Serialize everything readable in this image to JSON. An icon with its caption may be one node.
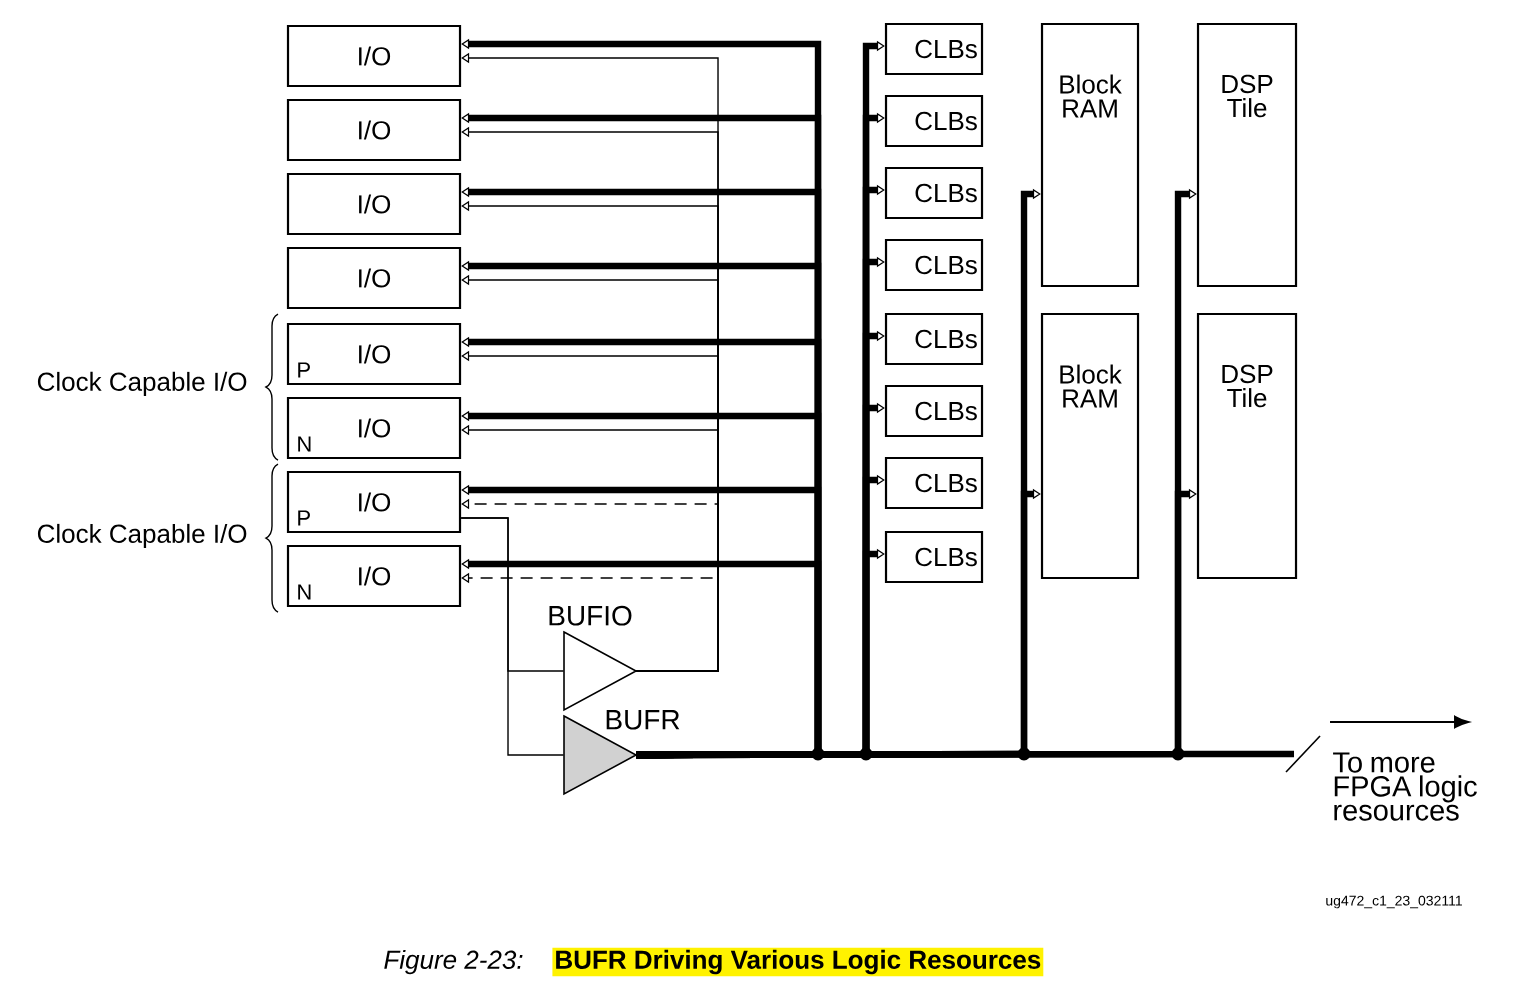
{
  "diagram": {
    "caption": "BUFR Driving Various Logic Resources",
    "nodes": [
      {
        "text": [
          "I/O"
        ]
      },
      {
        "text": [
          "I/O"
        ]
      },
      {
        "text": [
          "I/O"
        ]
      },
      {
        "text": [
          "I/O"
        ]
      },
      {
        "text": [
          "I/O",
          "P"
        ]
      },
      {
        "text": [
          "I/O",
          "N"
        ]
      },
      {
        "text": [
          "I/O",
          "P"
        ]
      },
      {
        "text": [
          "I/O",
          "N"
        ]
      },
      {
        "text": [
          "CLBs"
        ]
      },
      {
        "text": [
          "CLBs"
        ]
      },
      {
        "text": [
          "CLBs"
        ]
      },
      {
        "text": [
          "CLBs"
        ]
      },
      {
        "text": [
          "CLBs"
        ]
      },
      {
        "text": [
          "CLBs"
        ]
      },
      {
        "text": [
          "CLBs"
        ]
      },
      {
        "text": [
          "CLBs"
        ]
      },
      {
        "text": [
          "Block RAM"
        ]
      },
      {
        "text": [
          "Block RAM"
        ]
      },
      {
        "text": [
          "DSP Tile"
        ]
      },
      {
        "text": [
          "DSP Tile"
        ]
      },
      {
        "text": [
          "BUFIO"
        ]
      },
      {
        "text": [
          "BUFR"
        ]
      }
    ],
    "edges": [
      {
        "from": 21,
        "to": 0,
        "arrow": "to"
      },
      {
        "from": 21,
        "to": 1,
        "arrow": "to"
      },
      {
        "from": 21,
        "to": 2,
        "arrow": "to"
      },
      {
        "from": 21,
        "to": 3,
        "arrow": "to"
      },
      {
        "from": 21,
        "to": 4,
        "arrow": "to"
      },
      {
        "from": 21,
        "to": 5,
        "arrow": "to"
      },
      {
        "from": 21,
        "to": 6,
        "arrow": "to"
      },
      {
        "from": 21,
        "to": 7,
        "arrow": "to"
      },
      {
        "from": 21,
        "to": 8,
        "arrow": "to"
      },
      {
        "from": 21,
        "to": 9,
        "arrow": "to"
      },
      {
        "from": 21,
        "to": 10,
        "arrow": "to"
      },
      {
        "from": 21,
        "to": 11,
        "arrow": "to"
      },
      {
        "from": 21,
        "to": 12,
        "arrow": "to"
      },
      {
        "from": 21,
        "to": 13,
        "arrow": "to"
      },
      {
        "from": 21,
        "to": 14,
        "arrow": "to"
      },
      {
        "from": 21,
        "to": 15,
        "arrow": "to"
      },
      {
        "from": 21,
        "to": 16,
        "arrow": "to"
      },
      {
        "from": 21,
        "to": 17,
        "arrow": "to"
      },
      {
        "from": 21,
        "to": 18,
        "arrow": "to"
      },
      {
        "from": 21,
        "to": 19,
        "arrow": "to"
      },
      {
        "from": 20,
        "to": 0,
        "arrow": "to"
      },
      {
        "from": 20,
        "to": 1,
        "arrow": "to"
      },
      {
        "from": 20,
        "to": 2,
        "arrow": "to"
      },
      {
        "from": 20,
        "to": 3,
        "arrow": "to"
      },
      {
        "from": 20,
        "to": 4,
        "arrow": "to"
      },
      {
        "from": 20,
        "to": 5,
        "arrow": "to"
      },
      {
        "from": 20,
        "to": 6,
        "arrow": "to",
        "style": "dashed"
      },
      {
        "from": 20,
        "to": 7,
        "arrow": "to",
        "style": "dashed"
      },
      {
        "from": 6,
        "to": 20,
        "arrow": "none"
      },
      {
        "from": 6,
        "to": 21,
        "arrow": "none"
      }
    ],
    "labels": [
      "Clock Capable I/O",
      "Clock Capable I/O",
      "To more FPGA logic resources",
      "ug472_c1_23_032111",
      "Figure 2-23:"
    ]
  }
}
